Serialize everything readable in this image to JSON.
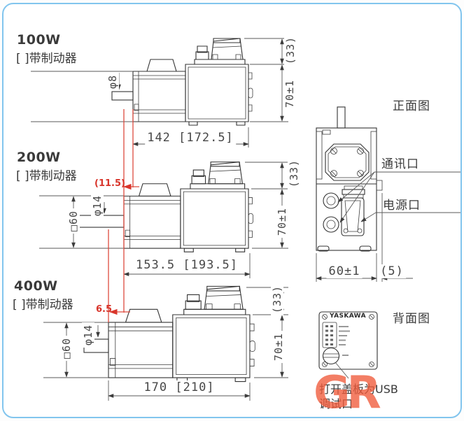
{
  "motors": [
    {
      "power": "100W",
      "brake_note": "[ ]带制动器",
      "shaft_dia": "φ8",
      "length_dim": "142 [172.5]",
      "height_dim": "70±1",
      "connector_height_dim": "(33)"
    },
    {
      "power": "200W",
      "brake_note": "[ ]带制动器",
      "shaft_dia": "φ14",
      "flange_dim": "□60",
      "length_dim": "153.5 [193.5]",
      "height_dim": "70±1",
      "connector_height_dim": "(33)",
      "offset_dim": "(11.5)"
    },
    {
      "power": "400W",
      "brake_note": "[ ]带制动器",
      "shaft_dia": "φ14",
      "flange_dim": "□60",
      "length_dim": "170 [210]",
      "height_dim": "70±1",
      "connector_height_dim": "(33)",
      "offset_dim": "6.5"
    }
  ],
  "front_view": {
    "title": "正面图",
    "comm_port_label": "通讯口",
    "power_port_label": "电源口",
    "width_dim": "60±1",
    "side_dim": "(5)"
  },
  "back_view": {
    "title": "背面图",
    "brand": "YASKAWA",
    "usb_note_line1": "打开盖板为USB",
    "usb_note_line2": "调试口"
  },
  "watermark": {
    "text": "GR"
  },
  "colors": {
    "accent_red": "#d8352b",
    "border_blue": "#82c5ee",
    "line": "#333333"
  }
}
